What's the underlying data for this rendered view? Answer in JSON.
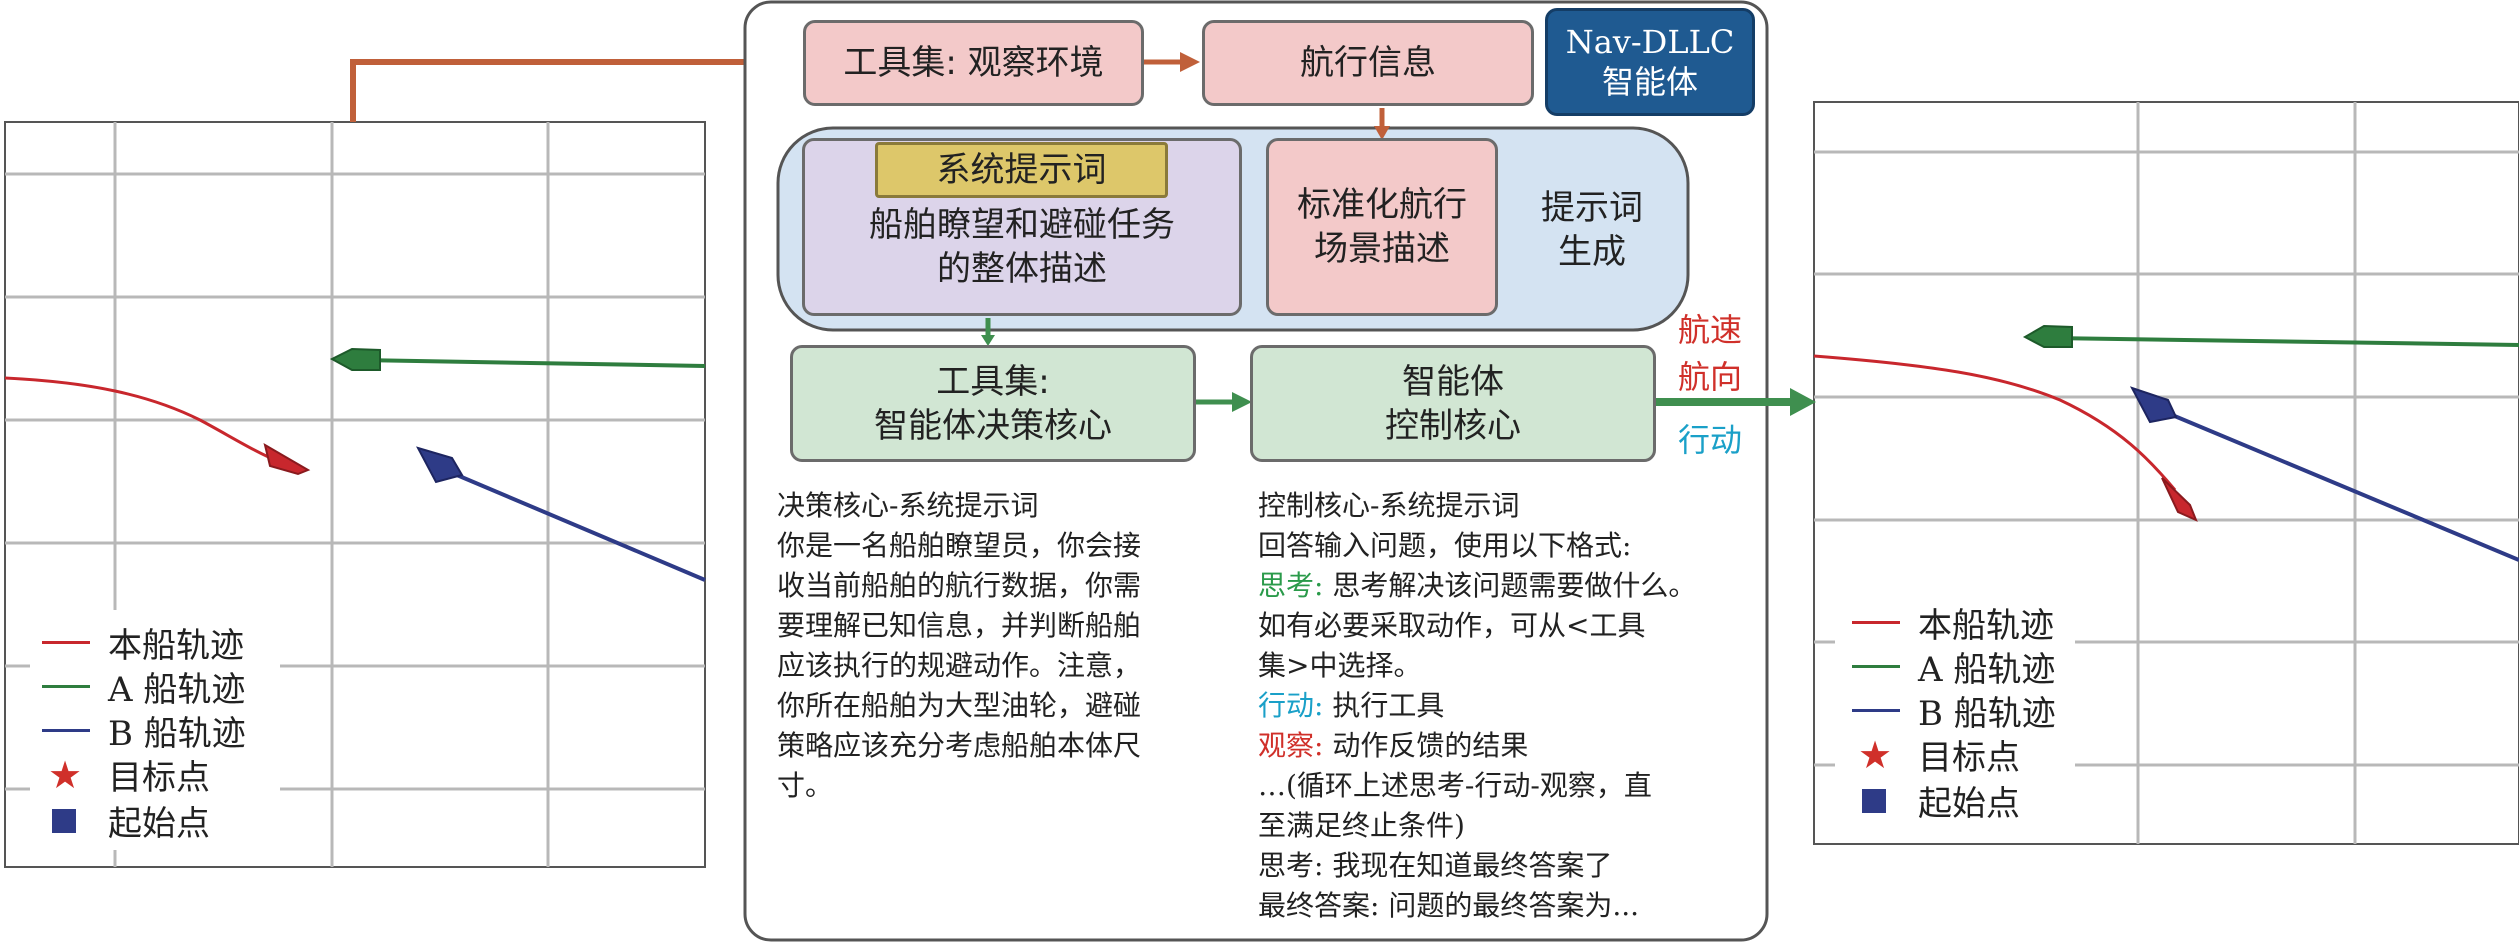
{
  "agent_badge": {
    "line1": "Nav-DLLC",
    "line2": "智能体",
    "color": "#1f5a91"
  },
  "boxes": {
    "observe_tool": "工具集: 观察环境",
    "nav_info": "航行信息",
    "system_prompt_tag": "系统提示词",
    "task_description": "船舶瞭望和避碰任务\n的整体描述",
    "standard_scene": "标准化航行\n场景描述",
    "prompt_generation": "提示词\n生成",
    "decision_core": "工具集:\n智能体决策核心",
    "control_core": "智能体\n控制核心"
  },
  "outputs": {
    "speed": "航速",
    "heading": "航向",
    "action": "行动"
  },
  "decision_prompt": {
    "title": "决策核心-系统提示词",
    "body": "你是一名船舶瞭望员，你会接\n收当前船舶的航行数据，你需\n要理解已知信息，并判断船舶\n应该执行的规避动作。注意，\n你所在船舶为大型油轮，避碰\n策略应该充分考虑船舶本体尺\n寸。"
  },
  "control_prompt": {
    "title": "控制核心-系统提示词",
    "intro": "回答输入问题，使用以下格式:",
    "think_label": "思考:",
    "think_text": " 思考解决该问题需要做什么。",
    "think_cont": "如有必要采取动作，可从<工具\n集>中选择。",
    "act_label": "行动:",
    "act_text": " 执行工具",
    "obs_label": "观察:",
    "obs_text": " 动作反馈的结果",
    "loop": "…(循环上述思考-行动-观察，直\n至满足终止条件)",
    "final_think": "思考: 我现在知道最终答案了",
    "final_answer": "最终答案: 问题的最终答案为..."
  },
  "legend": {
    "own": "本船轨迹",
    "a": "A 船轨迹",
    "b": "B 船轨迹",
    "target": "目标点",
    "start": "起始点"
  },
  "colors": {
    "own_track": "#c8272d",
    "a_track": "#2e7d3e",
    "b_track": "#2e3b87",
    "arrow": "#c0603a",
    "green_arrow": "#3f8f4f",
    "think": "#2a9a4a",
    "act": "#1aa0c8",
    "obs": "#d0302a"
  }
}
